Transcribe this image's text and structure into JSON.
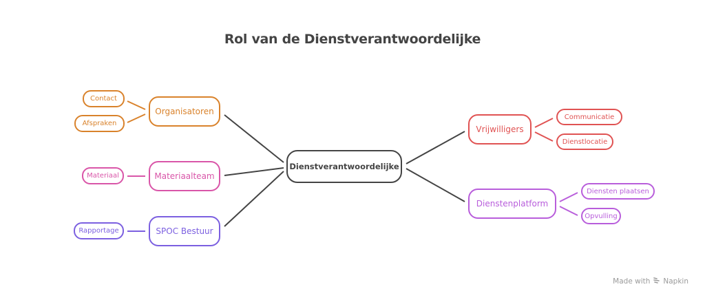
{
  "title": "Rol van de Dienstverantwoordelijke",
  "colors": {
    "center": "#444444",
    "organisatoren": "#d9822b",
    "materiaalteam": "#d955a8",
    "spoc": "#7b5fe0",
    "vrijwilligers": "#e05252",
    "dienstenplatform": "#b85ddb",
    "edge": "#444444"
  },
  "center": {
    "label": "Dienstverantwoordelijke"
  },
  "branches": [
    {
      "label": "Organisatoren",
      "children": [
        "Contact",
        "Afspraken"
      ]
    },
    {
      "label": "Materiaalteam",
      "children": [
        "Materiaal"
      ]
    },
    {
      "label": "SPOC Bestuur",
      "children": [
        "Rapportage"
      ]
    },
    {
      "label": "Vrijwilligers",
      "children": [
        "Communicatie",
        "Dienstlocatie"
      ]
    },
    {
      "label": "Dienstenplatform",
      "children": [
        "Diensten plaatsen",
        "Opvulling"
      ]
    }
  ],
  "footer": {
    "text": "Made with",
    "brand": "Napkin",
    "icon": "napkin-logo-icon"
  }
}
